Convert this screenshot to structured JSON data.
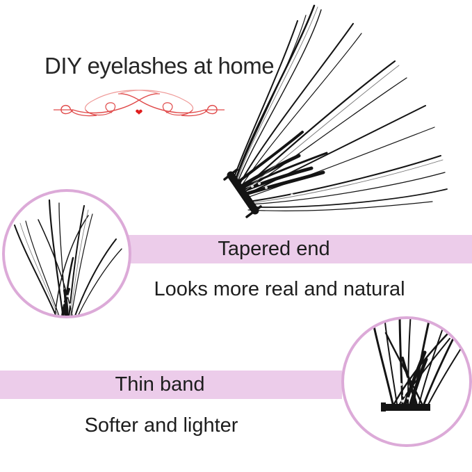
{
  "header": {
    "title": "DIY eyelashes at home",
    "ornament_name": "red-flourish-divider-with-heart"
  },
  "icons": {
    "heart_glyph": "❤"
  },
  "photos": {
    "large_lash": "black-lash-cluster-fanning-upper-right",
    "tapered_closeup": "lash-tapered-tips-closeup-circle",
    "band_closeup": "lash-thin-band-closeup-circle"
  },
  "features": [
    {
      "banner_label": "Tapered end",
      "description": "Looks more real and natural"
    },
    {
      "banner_label": "Thin band",
      "description": "Softer and lighter"
    }
  ],
  "colors": {
    "banner_bg": "#ecccea",
    "circle_border": "#dcaad8",
    "ornament_red": "#e04a4a",
    "ornament_red_light": "#ef9a98",
    "heart_red": "#e01e1e",
    "title_text": "#262626",
    "body_text": "#1d1d1d",
    "lash_black": "#141414"
  }
}
